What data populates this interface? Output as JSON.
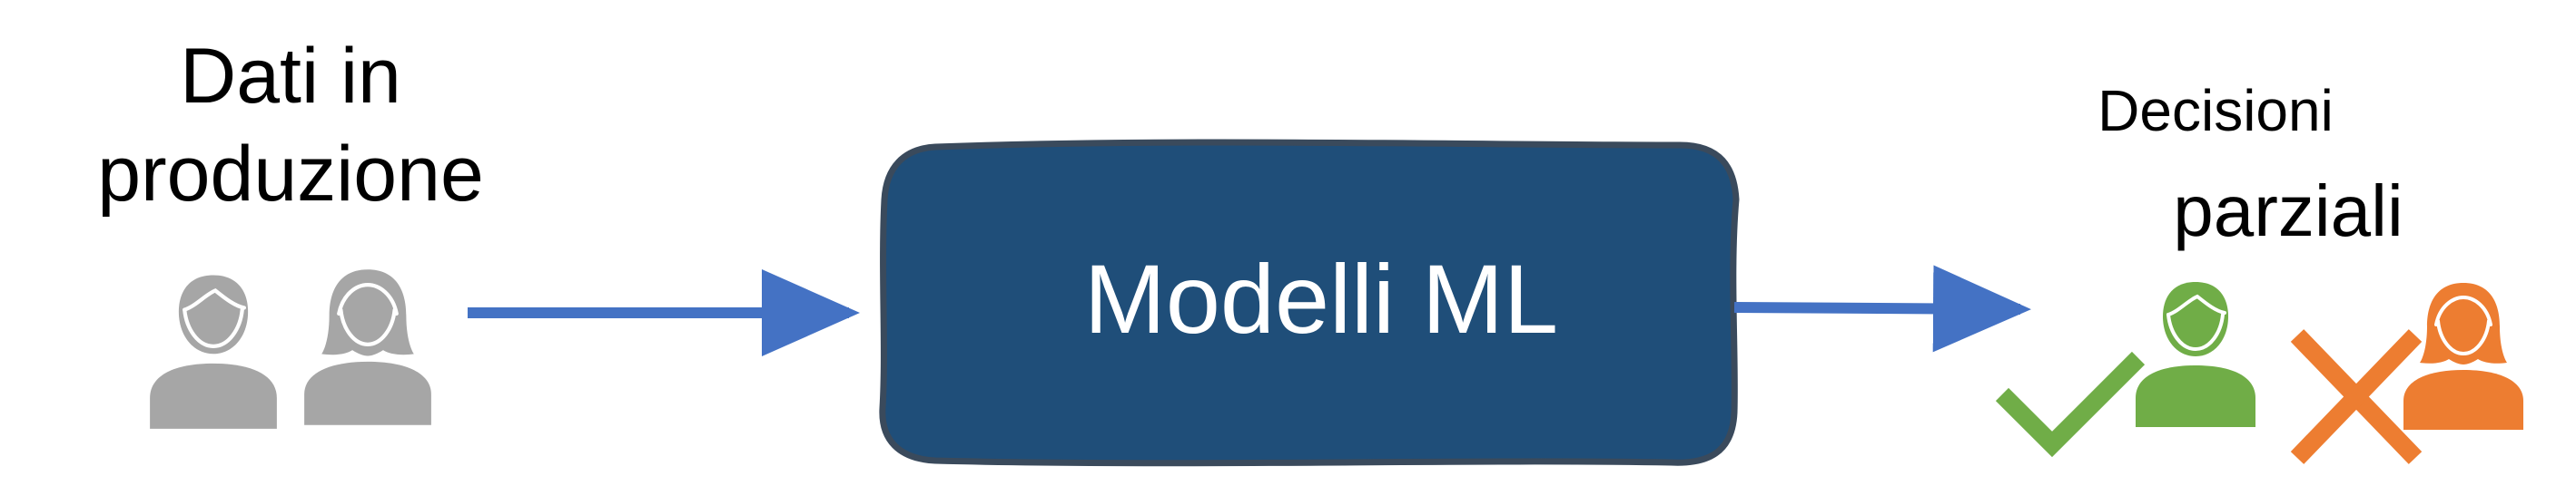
{
  "input": {
    "line1": "Dati in",
    "line2": "produzione"
  },
  "model": {
    "label": "Modelli ML"
  },
  "output": {
    "line1": "Decisioni",
    "line2": "parziali"
  },
  "colors": {
    "person_gray": "#a6a6a6",
    "person_green": "#70ad47",
    "person_orange": "#ed7d31",
    "arrow_blue": "#4472c4",
    "box_fill": "#1f4e79",
    "box_border": "#3a4a5c"
  },
  "icons": {
    "people_in": [
      "male-person-icon",
      "female-person-icon"
    ],
    "accepted": [
      "checkmark-icon",
      "male-person-icon"
    ],
    "rejected": [
      "cross-icon",
      "female-person-icon"
    ]
  }
}
